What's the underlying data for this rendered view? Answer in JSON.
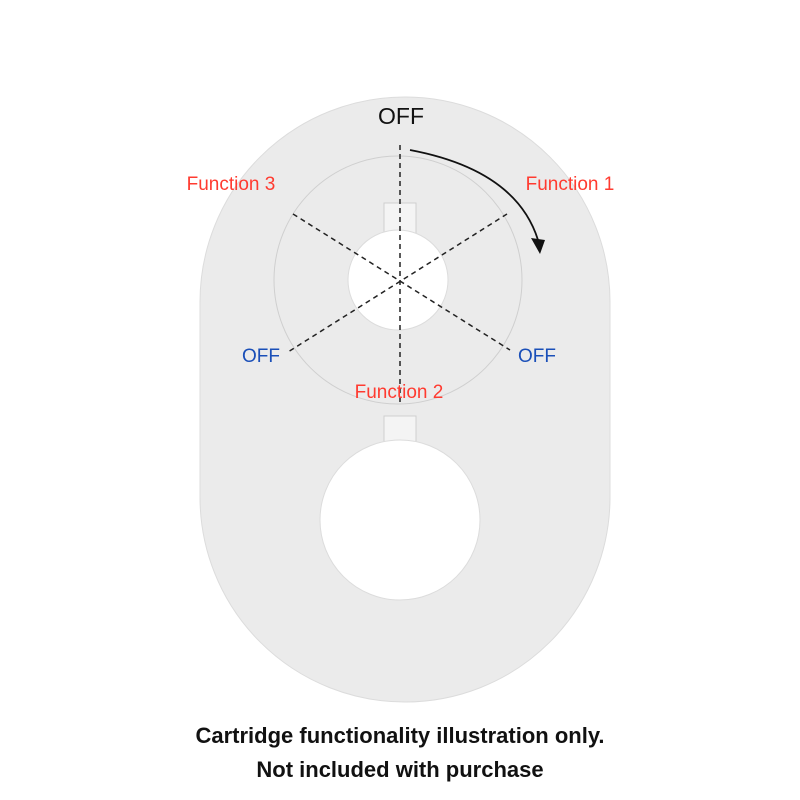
{
  "labels": {
    "off_top": "OFF",
    "function_1": "Function 1",
    "function_2": "Function 2",
    "function_3": "Function 3",
    "off_left": "OFF",
    "off_right": "OFF"
  },
  "caption": {
    "line1": "Cartridge functionality illustration only.",
    "line2": "Not included with purchase"
  },
  "colors": {
    "plate": "#ebebeb",
    "knob": "#ffffff",
    "function_label": "#ff3b30",
    "off_side_label": "#1a4fb8",
    "off_top_label": "#111111",
    "dashes": "#222222"
  }
}
